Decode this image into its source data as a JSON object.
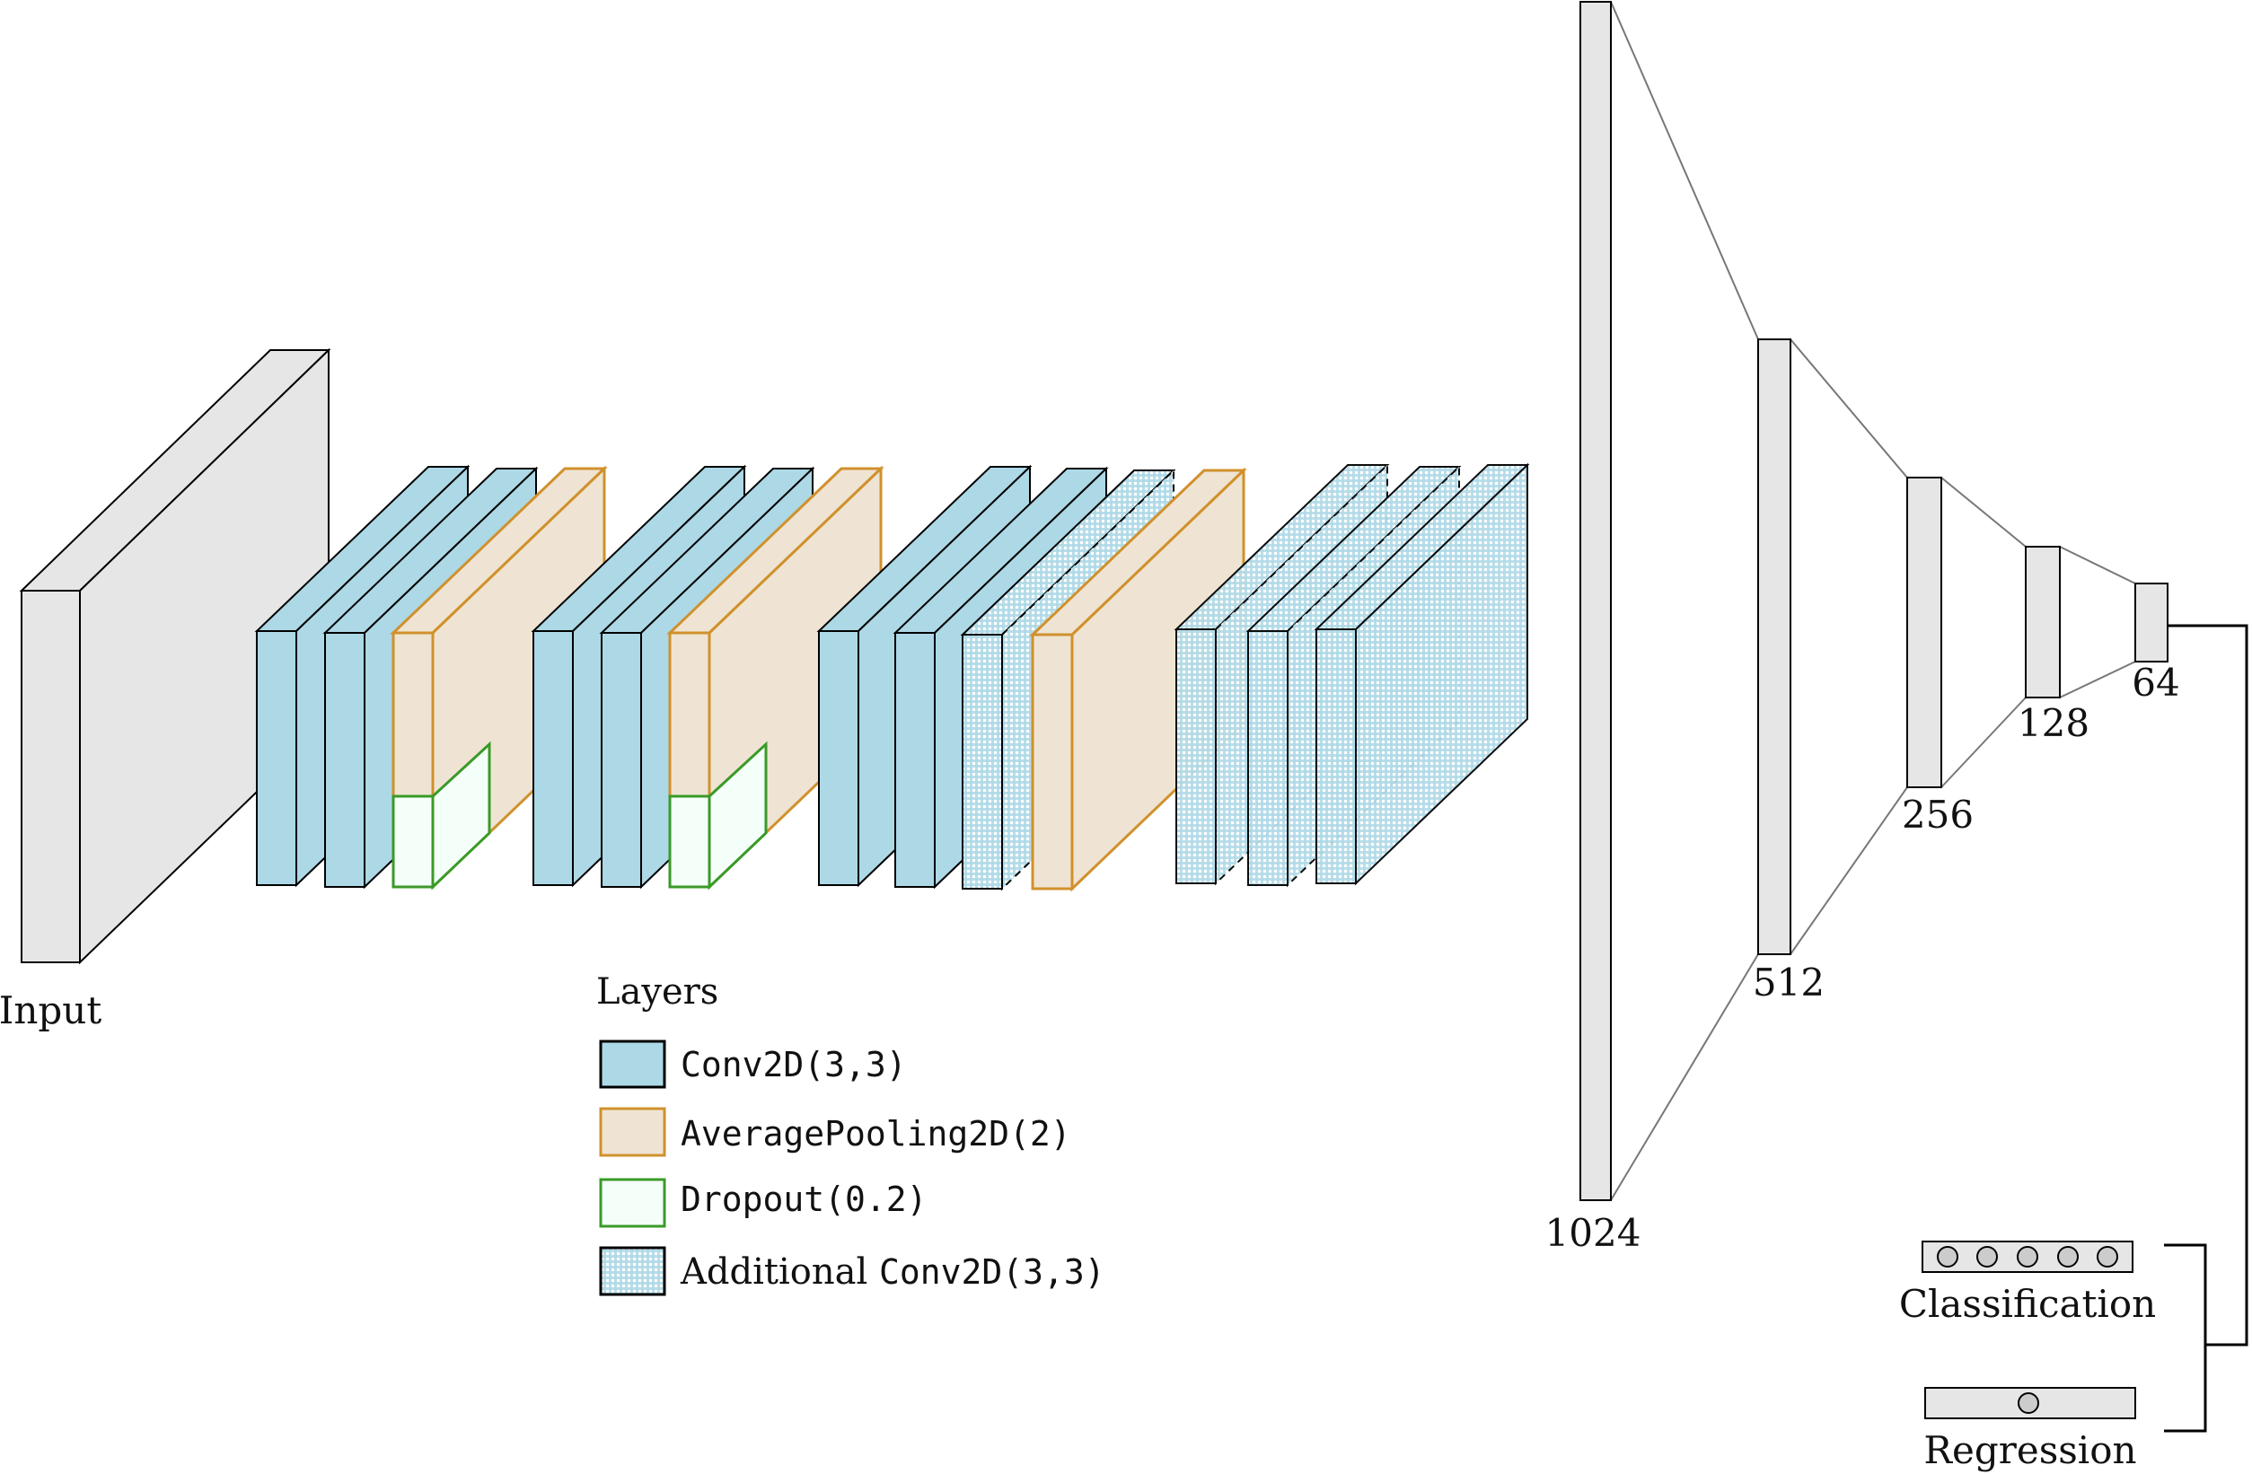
{
  "labels": {
    "input": "Input",
    "legend_title": "Layers",
    "legend_conv": "Conv2D(3,3)",
    "legend_pool": "AveragePooling2D(2)",
    "legend_dropout": "Dropout(0.2)",
    "legend_additional_prefix": "Additional ",
    "legend_additional_code": "Conv2D(3,3)",
    "dense_1024": "1024",
    "dense_512": "512",
    "dense_256": "256",
    "dense_128": "128",
    "dense_64": "64",
    "classification": "Classification",
    "regression": "Regression"
  },
  "colors": {
    "conv": "#add8e6",
    "pool": "#efe4d3",
    "pool_stroke": "#d0912c",
    "dropout": "#f5fffa",
    "dropout_stroke": "#3a9a28",
    "input": "#e6e6e6",
    "dense": "#e6e6e6",
    "hatch": "#add8e6"
  },
  "icons": {
    "classification_output": "five-node-output",
    "regression_output": "single-node-output"
  }
}
